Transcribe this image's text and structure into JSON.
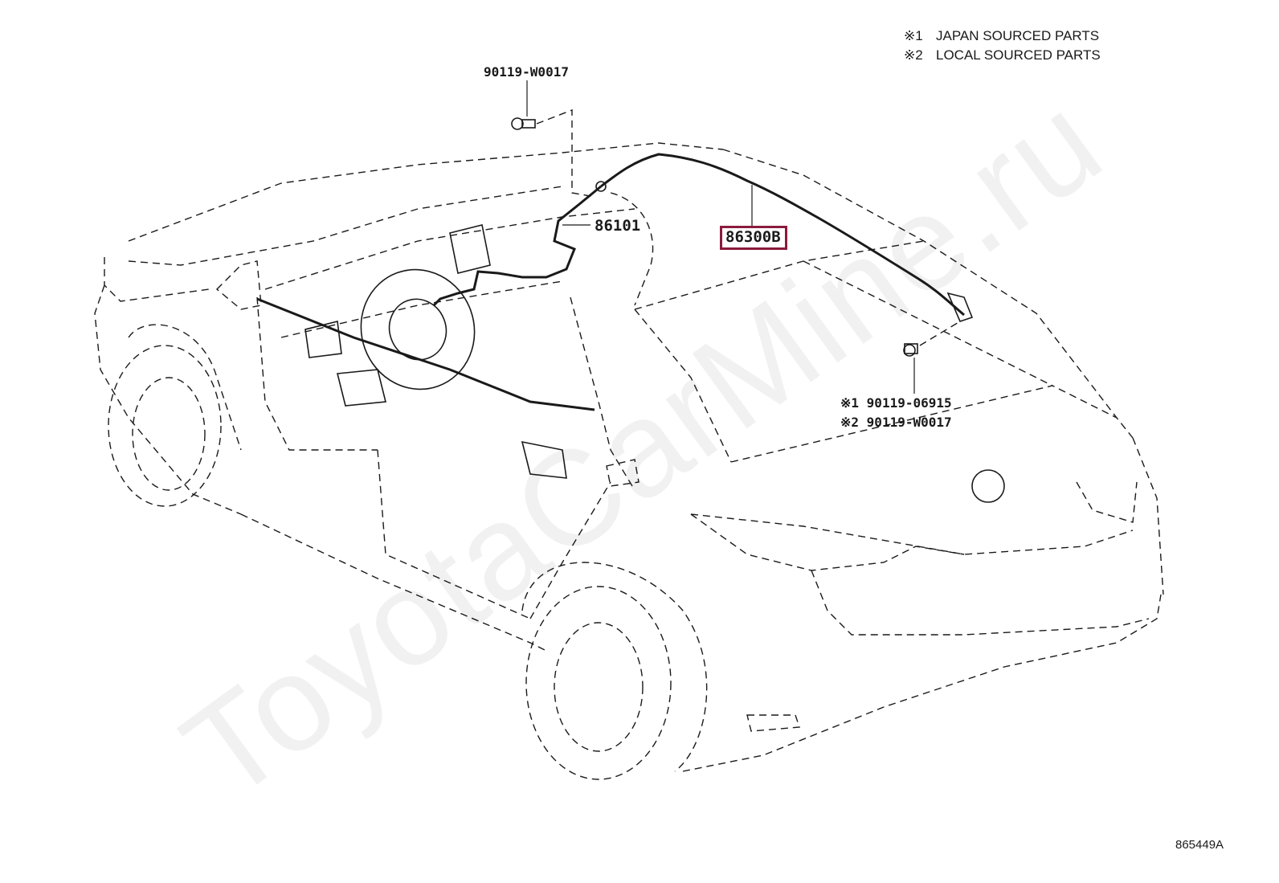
{
  "legend": {
    "items": [
      {
        "mark": "※1",
        "text": "JAPAN SOURCED PARTS"
      },
      {
        "mark": "※2",
        "text": "LOCAL SOURCED PARTS"
      }
    ]
  },
  "parts": {
    "bolt_front": "90119-W0017",
    "antenna_lead": "86101",
    "antenna_assy": "86300B",
    "bolt_rear_1": "※1 90119-06915",
    "bolt_rear_2": "※2 90119-W0017"
  },
  "highlight_color": "#8b1a3c",
  "watermark": "ToyotaCarMine.ru",
  "diagram_code": "865449A"
}
